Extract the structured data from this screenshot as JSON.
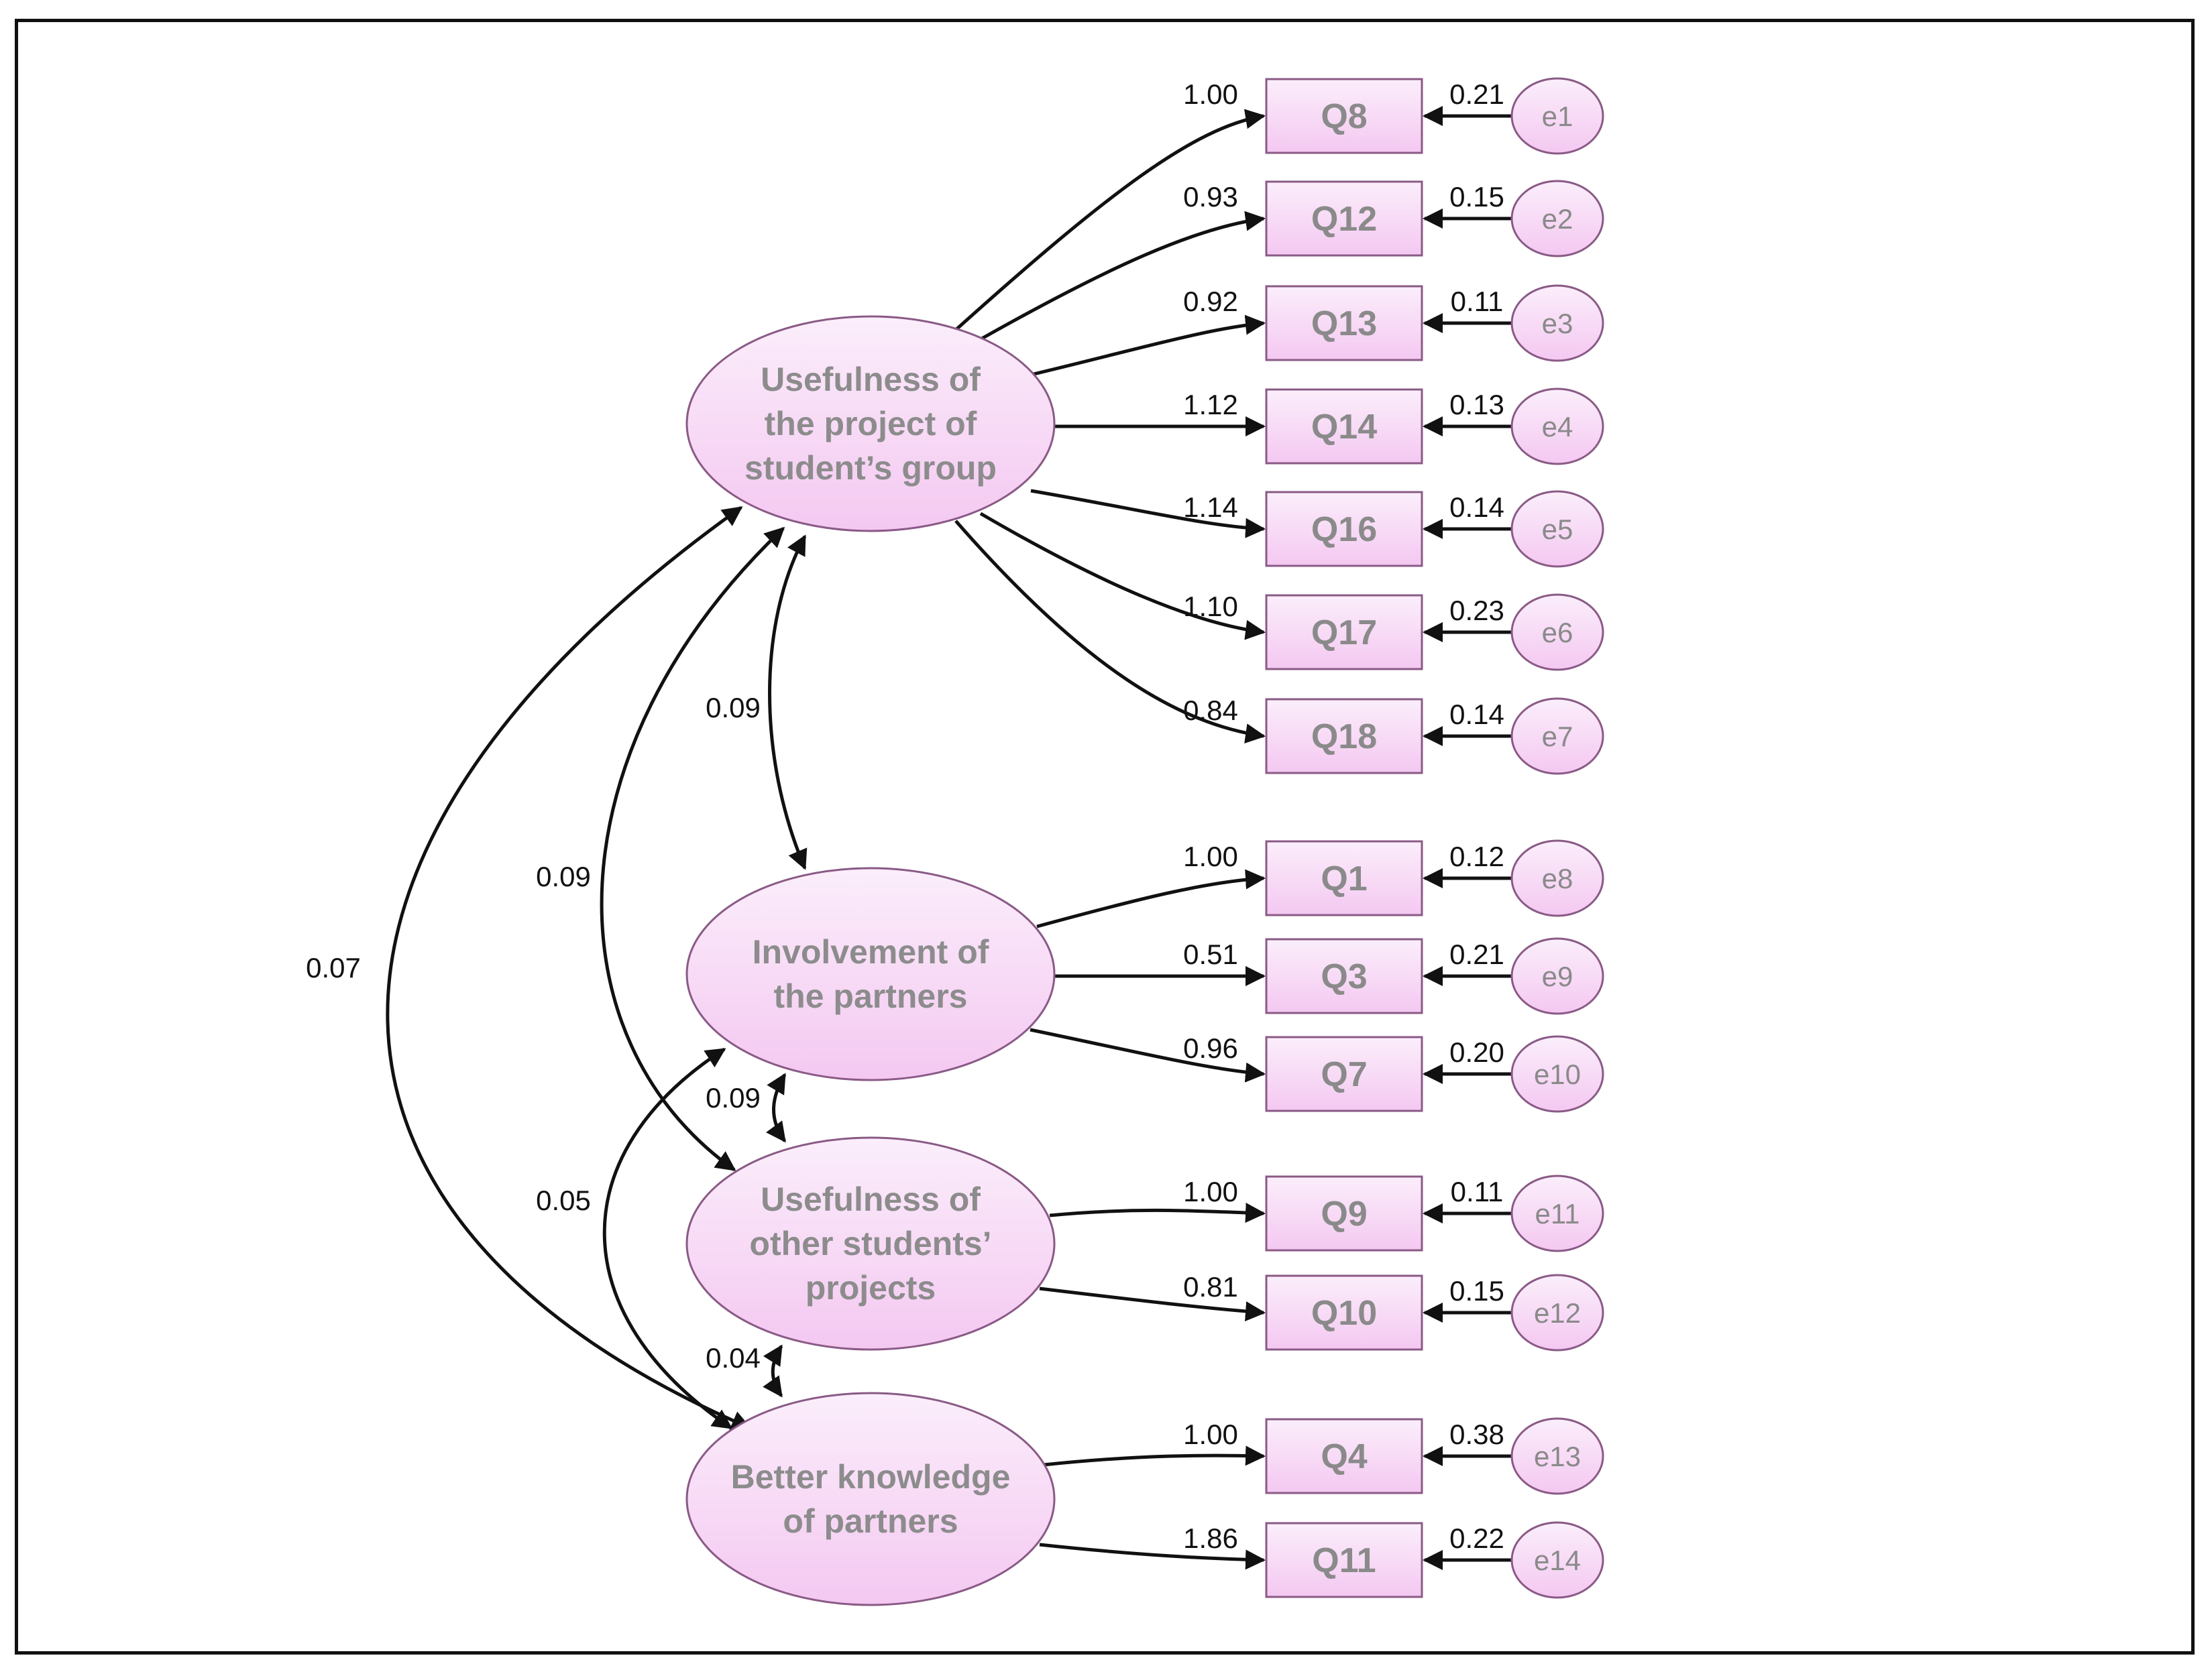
{
  "latents": [
    {
      "id": "L1",
      "label_lines": [
        "Usefulness of",
        "the project of",
        "student’s group"
      ]
    },
    {
      "id": "L2",
      "label_lines": [
        "Involvement of",
        "the partners"
      ]
    },
    {
      "id": "L3",
      "label_lines": [
        "Usefulness of",
        "other students’",
        "projects"
      ]
    },
    {
      "id": "L4",
      "label_lines": [
        "Better knowledge",
        "of partners"
      ]
    }
  ],
  "indicators": [
    {
      "name": "Q8",
      "latent": "L1",
      "loading": "1.00",
      "error": "e1",
      "error_variance": "0.21"
    },
    {
      "name": "Q12",
      "latent": "L1",
      "loading": "0.93",
      "error": "e2",
      "error_variance": "0.15"
    },
    {
      "name": "Q13",
      "latent": "L1",
      "loading": "0.92",
      "error": "e3",
      "error_variance": "0.11"
    },
    {
      "name": "Q14",
      "latent": "L1",
      "loading": "1.12",
      "error": "e4",
      "error_variance": "0.13"
    },
    {
      "name": "Q16",
      "latent": "L1",
      "loading": "1.14",
      "error": "e5",
      "error_variance": "0.14"
    },
    {
      "name": "Q17",
      "latent": "L1",
      "loading": "1.10",
      "error": "e6",
      "error_variance": "0.23"
    },
    {
      "name": "Q18",
      "latent": "L1",
      "loading": "0.84",
      "error": "e7",
      "error_variance": "0.14"
    },
    {
      "name": "Q1",
      "latent": "L2",
      "loading": "1.00",
      "error": "e8",
      "error_variance": "0.12"
    },
    {
      "name": "Q3",
      "latent": "L2",
      "loading": "0.51",
      "error": "e9",
      "error_variance": "0.21"
    },
    {
      "name": "Q7",
      "latent": "L2",
      "loading": "0.96",
      "error": "e10",
      "error_variance": "0.20"
    },
    {
      "name": "Q9",
      "latent": "L3",
      "loading": "1.00",
      "error": "e11",
      "error_variance": "0.11"
    },
    {
      "name": "Q10",
      "latent": "L3",
      "loading": "0.81",
      "error": "e12",
      "error_variance": "0.15"
    },
    {
      "name": "Q4",
      "latent": "L4",
      "loading": "1.00",
      "error": "e13",
      "error_variance": "0.38"
    },
    {
      "name": "Q11",
      "latent": "L4",
      "loading": "1.86",
      "error": "e14",
      "error_variance": "0.22"
    }
  ],
  "covariances": [
    {
      "from": "L1",
      "to": "L2",
      "value": "0.09"
    },
    {
      "from": "L1",
      "to": "L3",
      "value": "0.09"
    },
    {
      "from": "L1",
      "to": "L4",
      "value": "0.07"
    },
    {
      "from": "L2",
      "to": "L3",
      "value": "0.09"
    },
    {
      "from": "L2",
      "to": "L4",
      "value": "0.05"
    },
    {
      "from": "L3",
      "to": "L4",
      "value": "0.04"
    }
  ],
  "colors": {
    "node_fill_top": "#fbeefb",
    "node_fill_bottom": "#f4c8f1",
    "node_stroke": "#8a5a86",
    "node_text": "#8c8c8c",
    "arrow": "#111111"
  }
}
